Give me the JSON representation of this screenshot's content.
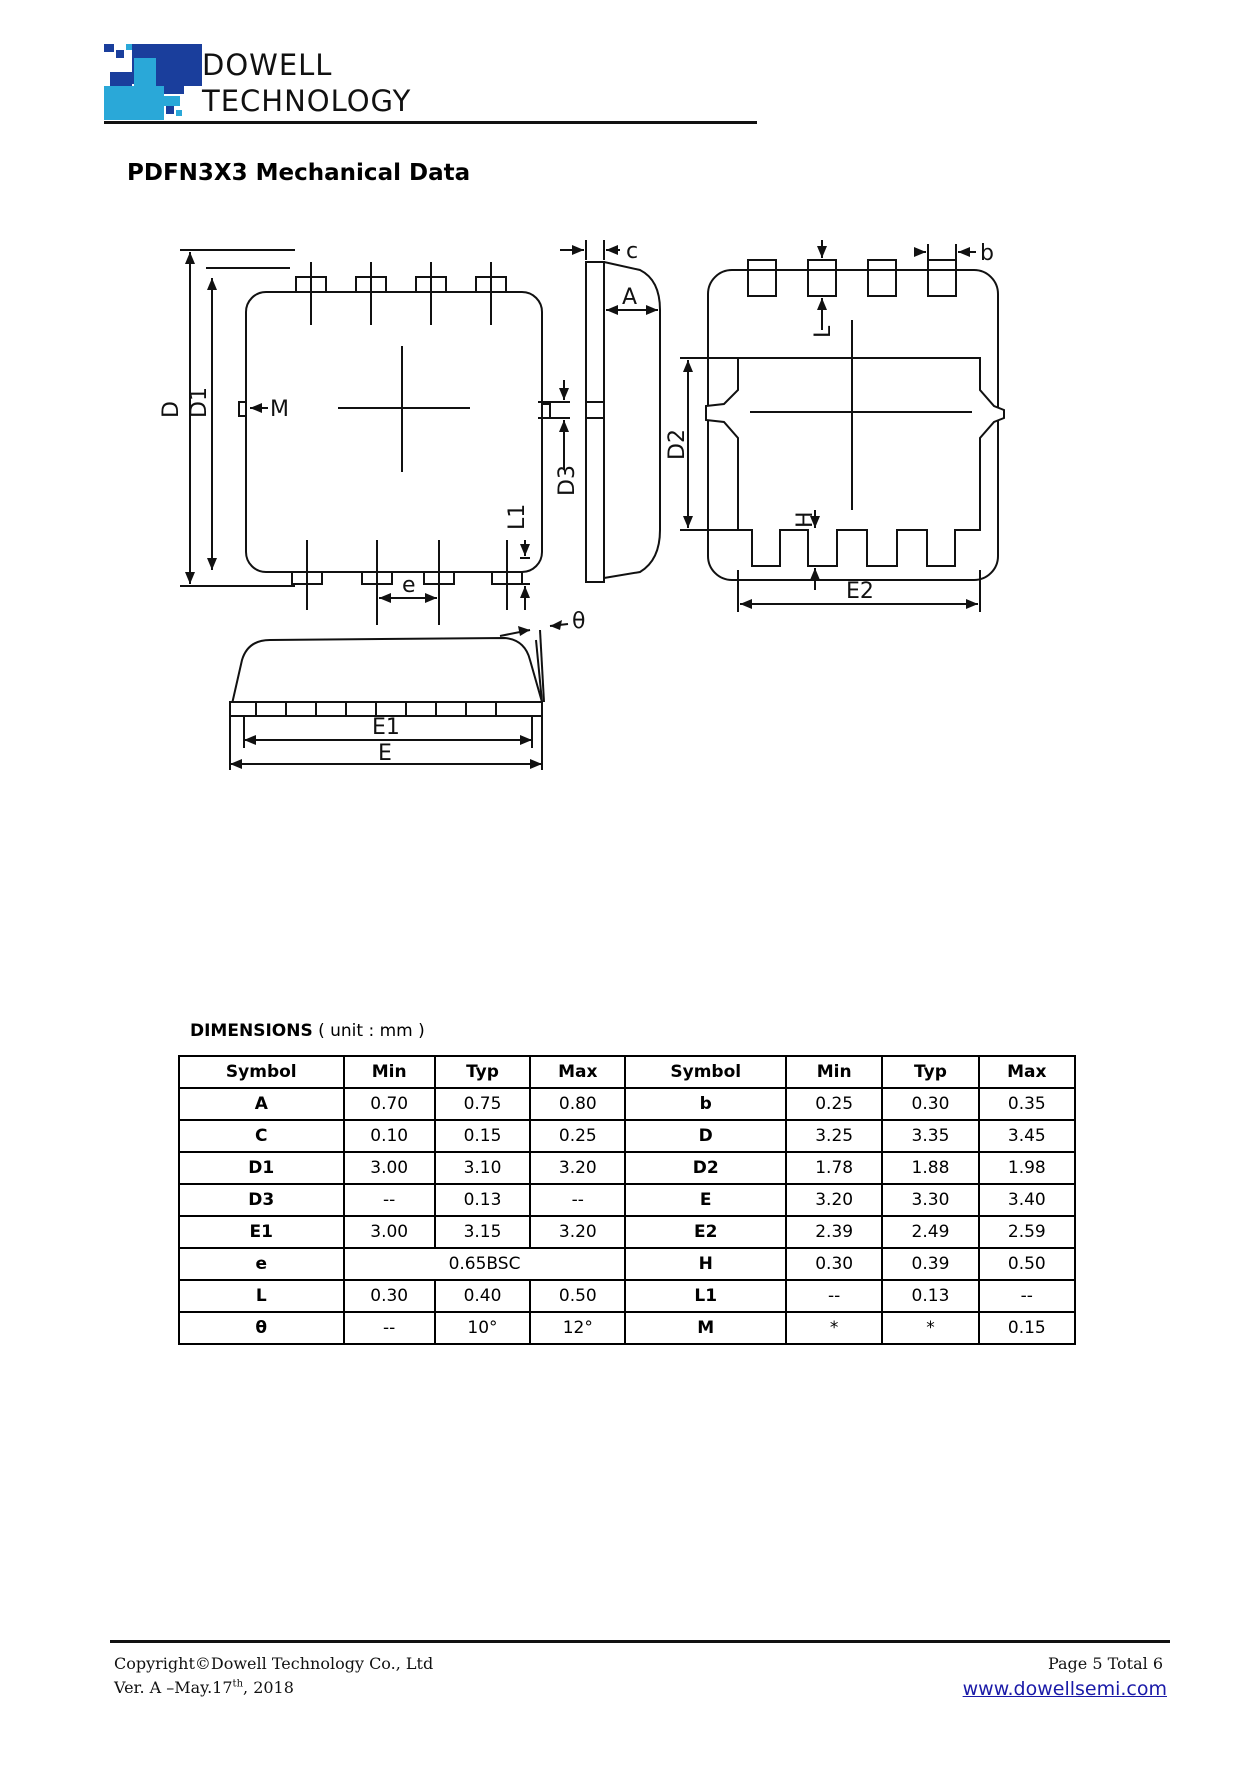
{
  "header": {
    "company_line1": "DOWELL",
    "company_line2": "TECHNOLOGY"
  },
  "page_title": "PDFN3X3 Mechanical Data",
  "drawing_labels": {
    "D": "D",
    "D1": "D1",
    "M": "M",
    "D3": "D3",
    "L1": "L1",
    "e": "e",
    "c": "c",
    "A": "A",
    "b": "b",
    "L": "L",
    "D2": "D2",
    "H": "H",
    "E2": "E2",
    "theta": "θ",
    "E1": "E1",
    "E": "E"
  },
  "dimensions": {
    "title": "DIMENSIONS",
    "unit": "( unit : mm )",
    "headers": [
      "Symbol",
      "Min",
      "Typ",
      "Max",
      "Symbol",
      "Min",
      "Typ",
      "Max"
    ],
    "rows": [
      {
        "s1": "A",
        "min1": "0.70",
        "typ1": "0.75",
        "max1": "0.80",
        "s2": "b",
        "min2": "0.25",
        "typ2": "0.30",
        "max2": "0.35"
      },
      {
        "s1": "C",
        "min1": "0.10",
        "typ1": "0.15",
        "max1": "0.25",
        "s2": "D",
        "min2": "3.25",
        "typ2": "3.35",
        "max2": "3.45"
      },
      {
        "s1": "D1",
        "min1": "3.00",
        "typ1": "3.10",
        "max1": "3.20",
        "s2": "D2",
        "min2": "1.78",
        "typ2": "1.88",
        "max2": "1.98"
      },
      {
        "s1": "D3",
        "min1": "--",
        "typ1": "0.13",
        "max1": "--",
        "s2": "E",
        "min2": "3.20",
        "typ2": "3.30",
        "max2": "3.40"
      },
      {
        "s1": "E1",
        "min1": "3.00",
        "typ1": "3.15",
        "max1": "3.20",
        "s2": "E2",
        "min2": "2.39",
        "typ2": "2.49",
        "max2": "2.59"
      },
      {
        "s1": "e",
        "merged": "0.65BSC",
        "s2": "H",
        "min2": "0.30",
        "typ2": "0.39",
        "max2": "0.50"
      },
      {
        "s1": "L",
        "min1": "0.30",
        "typ1": "0.40",
        "max1": "0.50",
        "s2": "L1",
        "min2": "--",
        "typ2": "0.13",
        "max2": "--"
      },
      {
        "s1": "θ",
        "min1": "--",
        "typ1": "10°",
        "max1": "12°",
        "s2": "M",
        "min2": "*",
        "typ2": "*",
        "max2": "0.15"
      }
    ]
  },
  "footer": {
    "copyright": "Copyright©Dowell Technology Co., Ltd",
    "version_prefix": "Ver. A –May.17",
    "version_sup": "th",
    "version_suffix": ", 2018",
    "page": "Page  5  Total  6",
    "website": "www.dowellsemi.com"
  },
  "colors": {
    "logo_dark_blue": "#1a3e9c",
    "logo_cyan": "#2aa8d8",
    "link": "#1a1aa8"
  }
}
